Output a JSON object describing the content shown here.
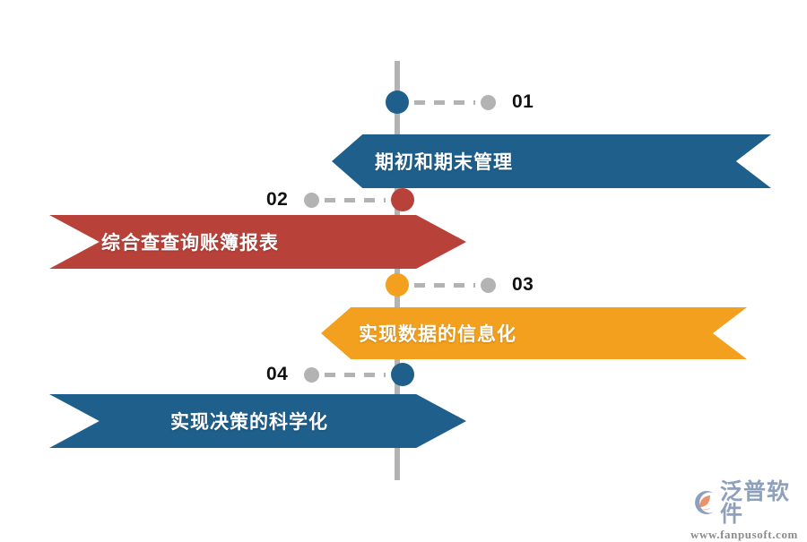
{
  "diagram": {
    "type": "timeline-infographic",
    "orientation": "vertical-spine-alternating",
    "title_text": "",
    "colors": {
      "blue": "#1F5F8B",
      "red": "#B8423A",
      "orange": "#F2A01E",
      "gray": "#B3B3B3",
      "background": "#FFFFFF",
      "label_text": "#FFFFFF",
      "number_text": "#111111"
    },
    "steps": [
      {
        "number": "01",
        "label": "期初和期末管理",
        "color": "#1F5F8B",
        "side": "right",
        "node_color": "blue"
      },
      {
        "number": "02",
        "label": "综合查查询账簿报表",
        "color": "#B8423A",
        "side": "left",
        "node_color": "red"
      },
      {
        "number": "03",
        "label": "实现数据的信息化",
        "color": "#F2A01E",
        "side": "right",
        "node_color": "orange"
      },
      {
        "number": "04",
        "label": "实现决策的科学化",
        "color": "#1F5F8B",
        "side": "left",
        "node_color": "blue"
      }
    ]
  },
  "logo": {
    "mark_icon": "fanpu-circle-logo-icon",
    "name": "泛普软件",
    "url": "www.fanpusoft.com"
  }
}
